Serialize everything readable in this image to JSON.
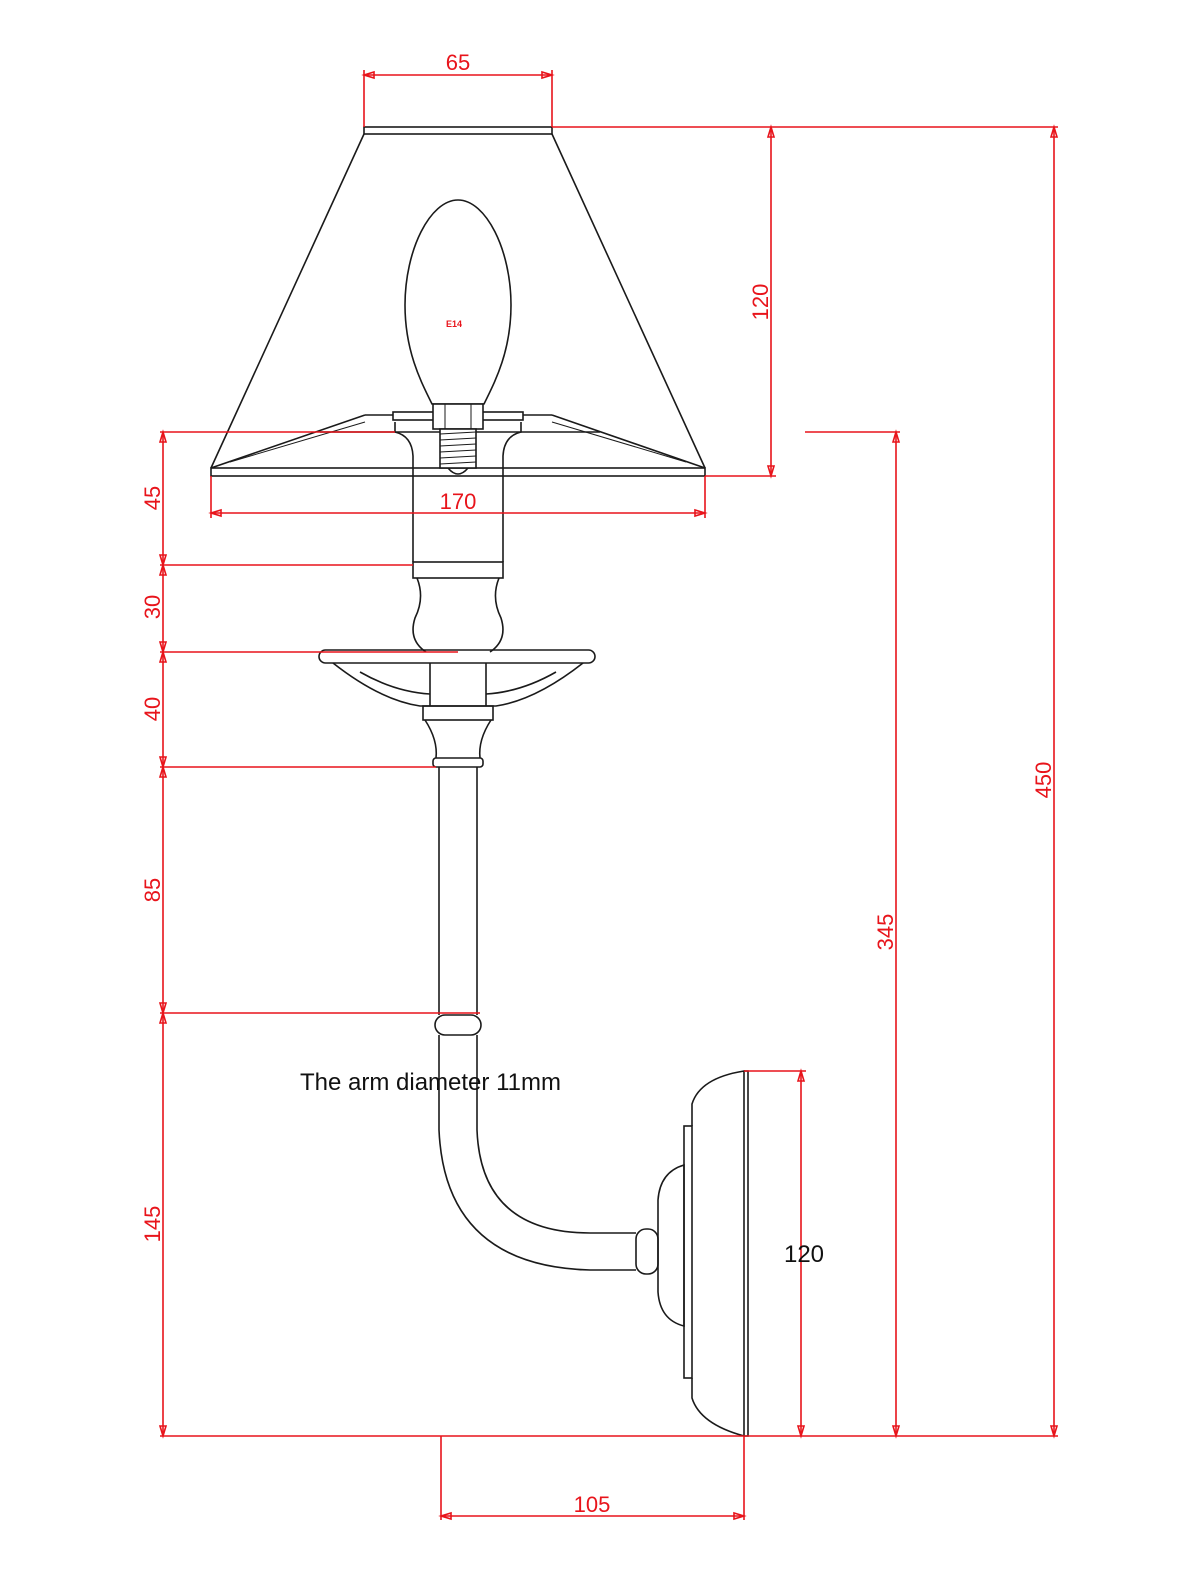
{
  "drawing": {
    "note": "The arm diameter 11mm",
    "bulb_label": "E14",
    "dimensions": {
      "shade_top_width": "65",
      "shade_bottom_width": "170",
      "shade_height": "120",
      "total_height": "450",
      "height_to_shade_base": "345",
      "seg_candle": "45",
      "seg_collar": "30",
      "seg_dish": "40",
      "seg_arm_straight": "85",
      "seg_arm_bend": "145",
      "projection": "105",
      "backplate_height": "120"
    },
    "colors": {
      "dimension": "#e8141b",
      "outline": "#1a1a1a"
    }
  }
}
